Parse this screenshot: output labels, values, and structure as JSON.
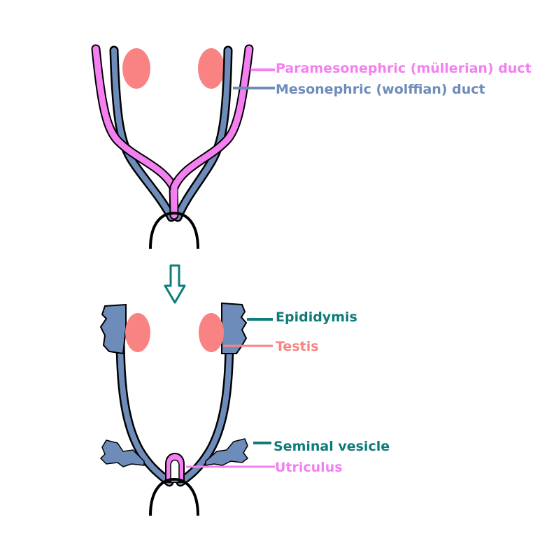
{
  "colors": {
    "paramesonephric": "#F37FF0",
    "mesonephric": "#6E8CBA",
    "gonad": "#F98383",
    "teal": "#0E7C7B",
    "outline": "#000000"
  },
  "labels": {
    "paramesonephric": "Paramesonephric (müllerian) duct",
    "mesonephric": "Mesonephric (wolffian) duct",
    "epididymis": "Epididymis",
    "testis": "Testis",
    "seminal_vesicle": "Seminal vesicle",
    "utriculus": "Utriculus"
  },
  "icons": {
    "arrow": "down-arrow-icon"
  }
}
